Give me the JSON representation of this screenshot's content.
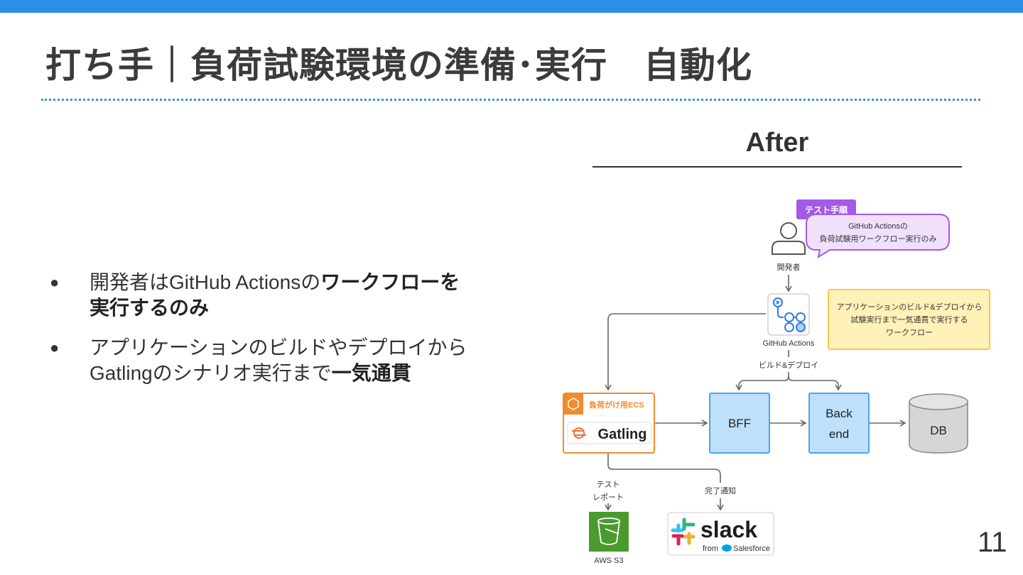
{
  "slide": {
    "title": "打ち手｜負荷試験環境の準備･実行　自動化",
    "page_number": "11",
    "bullets": [
      {
        "plain": "開発者はGitHub Actionsの",
        "bold": "ワークフローを",
        "line2_bold": "実行するのみ"
      },
      {
        "plain": "アプリケーションのビルドやデプロイから",
        "line2_plain": "Gatlingのシナリオ実行まで",
        "bold": "一気通貫"
      }
    ],
    "bullet_glyph": "●"
  },
  "diagram": {
    "heading": "After",
    "test_tag": "テスト手順",
    "speech_line1": "GitHub Actionsの",
    "speech_line2": "負荷試験用ワークフロー実行のみ",
    "developer_label": "開発者",
    "actions_label": "GitHub Actions",
    "note_line1": "アプリケーションのビルド&デプロイから",
    "note_line2": "試験実行まで一気通貫で実行する",
    "note_line3": "ワークフロー",
    "build_label": "ビルド&デプロイ",
    "ecs_label": "負荷がけ用ECS",
    "gatling_label": "Gatling",
    "bff_label": "BFF",
    "backend_line1": "Back",
    "backend_line2": "end",
    "db_label": "DB",
    "report_line1": "テスト",
    "report_line2": "レポート",
    "s3_label": "AWS S3",
    "notify_label": "完了通知",
    "slack_label": "slack",
    "slack_from": "from",
    "salesforce_label": "Salesforce"
  },
  "colors": {
    "accent_blue": "#2b8fe6",
    "service_fill": "#bfe0fb",
    "service_stroke": "#4ea4e8",
    "ecs_orange": "#f08c2e",
    "purple": "#a45ae6",
    "speech_fill": "#f0e0fc",
    "note_fill": "#fff1b8",
    "note_stroke": "#f2c94c",
    "s3_green": "#4b9a2e",
    "db_fill": "#d6d6d6"
  }
}
